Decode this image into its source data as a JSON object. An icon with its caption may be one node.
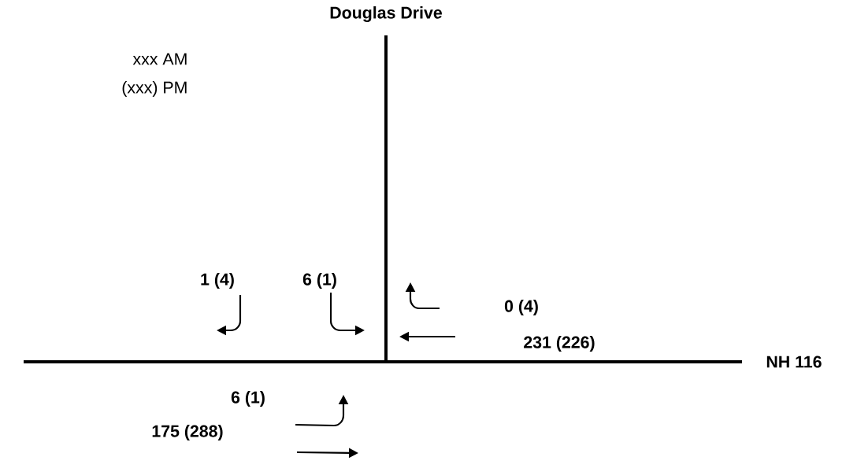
{
  "diagram": {
    "labels": [
      "Douglas Drive",
      "xxx  AM",
      "(xxx)  PM",
      "1 (4)",
      "6 (1)",
      "0 (4)",
      "231 (226)",
      "NH 116",
      "6 (1)",
      "175 (288)"
    ]
  }
}
